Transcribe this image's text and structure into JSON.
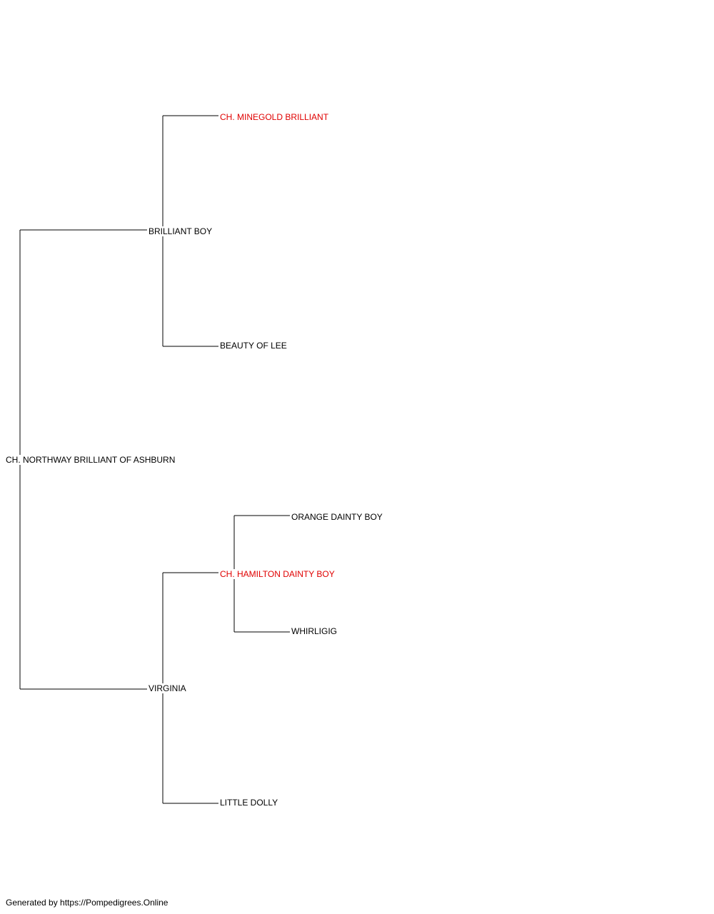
{
  "pedigree": {
    "subject": {
      "name": "CH. NORTHWAY BRILLIANT OF ASHBURN",
      "champion": false
    },
    "sire": {
      "name": "BRILLIANT BOY",
      "champion": false
    },
    "dam": {
      "name": "VIRGINIA",
      "champion": false
    },
    "sire_sire": {
      "name": "CH. MINEGOLD BRILLIANT",
      "champion": true
    },
    "sire_dam": {
      "name": "BEAUTY OF LEE",
      "champion": false
    },
    "dam_sire": {
      "name": "CH. HAMILTON DAINTY BOY",
      "champion": true
    },
    "dam_dam": {
      "name": "LITTLE DOLLY",
      "champion": false
    },
    "dam_sire_sire": {
      "name": "ORANGE DAINTY BOY",
      "champion": false
    },
    "dam_sire_dam": {
      "name": "WHIRLIGIG",
      "champion": false
    }
  },
  "colors": {
    "champion": "#e00000",
    "default": "#000000",
    "line": "#000000"
  },
  "footer": {
    "text": "Generated by https://Pompedigrees.Online"
  }
}
